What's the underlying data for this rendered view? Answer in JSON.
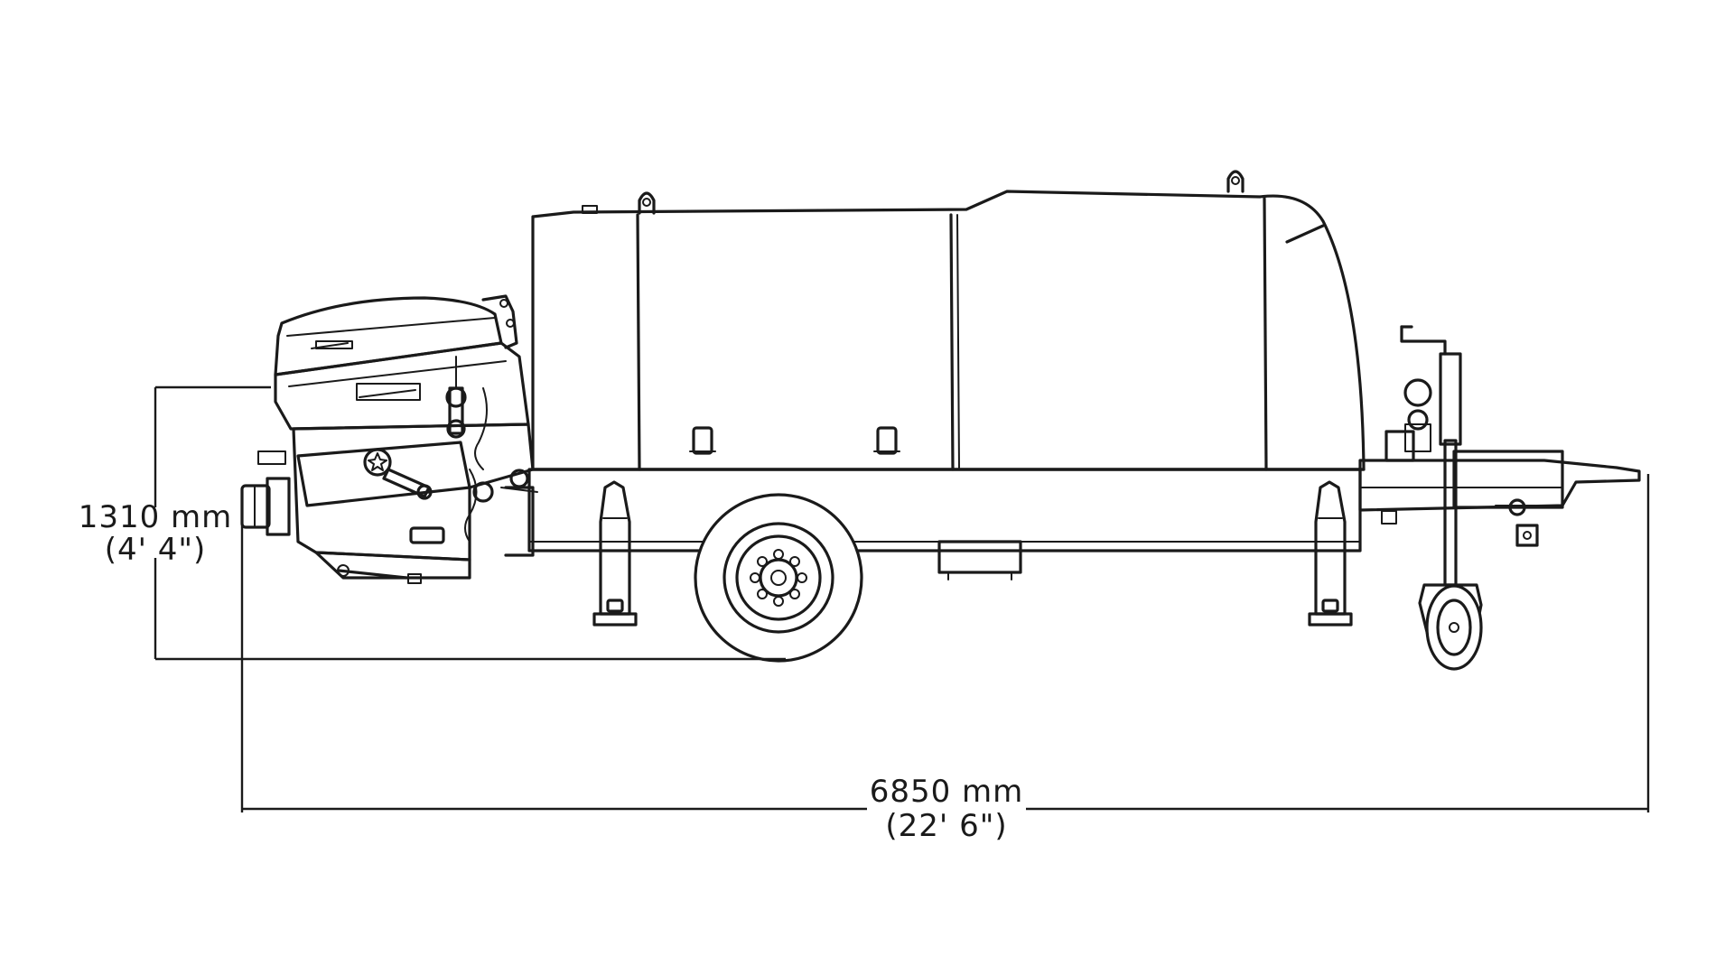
{
  "dimensions": {
    "height": {
      "metric": "1310  mm",
      "imperial": "(4'  4\")"
    },
    "length": {
      "metric": "6850  mm",
      "imperial": "(22'  6\")"
    }
  },
  "colors": {
    "line": "#1a1a1a",
    "background": "#ffffff"
  }
}
